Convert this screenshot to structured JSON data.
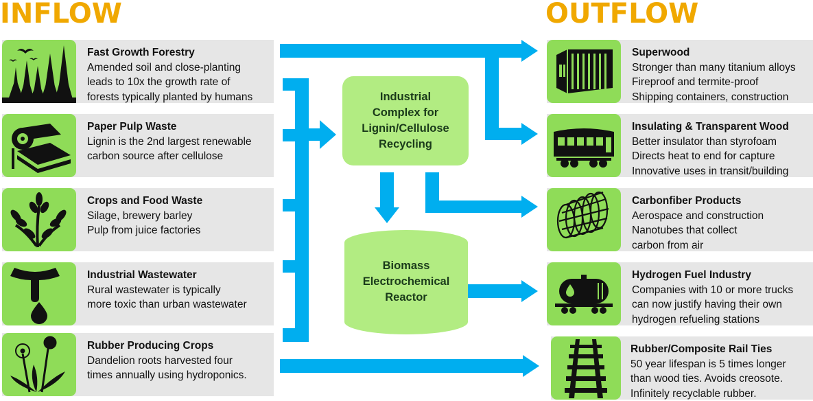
{
  "headings": {
    "inflow": "INFLOW",
    "outflow": "OUTFLOW"
  },
  "inflow": [
    {
      "title": "Fast Growth Forestry",
      "lines": [
        "Amended soil and close-planting",
        "leads to 10x the growth rate of",
        "forests typically planted by humans"
      ],
      "icon": "forest-icon"
    },
    {
      "title": "Paper Pulp Waste",
      "lines": [
        "Lignin is the 2nd largest renewable",
        "carbon source after cellulose"
      ],
      "icon": "paper-roll-icon"
    },
    {
      "title": "Crops and Food Waste",
      "lines": [
        "Silage, brewery barley",
        "Pulp from juice factories"
      ],
      "icon": "wheat-icon"
    },
    {
      "title": "Industrial Wastewater",
      "lines": [
        "Rural wastewater is typically",
        "more toxic than urban wastewater"
      ],
      "icon": "faucet-drop-icon"
    },
    {
      "title": "Rubber Producing Crops",
      "lines": [
        "Dandelion roots harvested four",
        "times annually using hydroponics."
      ],
      "icon": "dandelion-icon"
    }
  ],
  "outflow": [
    {
      "title": "Superwood",
      "lines": [
        "Stronger than many titanium alloys",
        "Fireproof and termite-proof",
        "Shipping containers, construction"
      ],
      "icon": "shipping-container-icon"
    },
    {
      "title": "Insulating & Transparent Wood",
      "lines": [
        "Better insulator than styrofoam",
        "Directs heat to end for capture",
        "Innovative uses in transit/building"
      ],
      "icon": "rail-car-icon"
    },
    {
      "title": "Carbonfiber Products",
      "lines": [
        "Aerospace and construction",
        "Nanotubes that collect",
        "carbon from air"
      ],
      "icon": "nanotube-icon"
    },
    {
      "title": "Hydrogen Fuel Industry",
      "lines": [
        "Companies with 10 or more trucks",
        "can now justify having their own",
        "hydrogen refueling stations"
      ],
      "icon": "tank-car-icon"
    },
    {
      "title": "Rubber/Composite Rail Ties",
      "lines": [
        "50 year lifespan is 5 times longer",
        "than wood ties. Avoids creosote.",
        "Infinitely recyclable rubber."
      ],
      "icon": "rail-track-icon"
    }
  ],
  "center": {
    "complex": [
      "Industrial",
      "Complex for",
      "Lignin/Cellulose",
      "Recycling"
    ],
    "reactor": [
      "Biomass",
      "Electrochemical",
      "Reactor"
    ]
  },
  "colors": {
    "heading": "#f0a800",
    "arrow": "#00aeef",
    "icon_bg": "#8fdc58",
    "node_bg": "#b2ec82",
    "card_bg": "#e6e6e6"
  }
}
